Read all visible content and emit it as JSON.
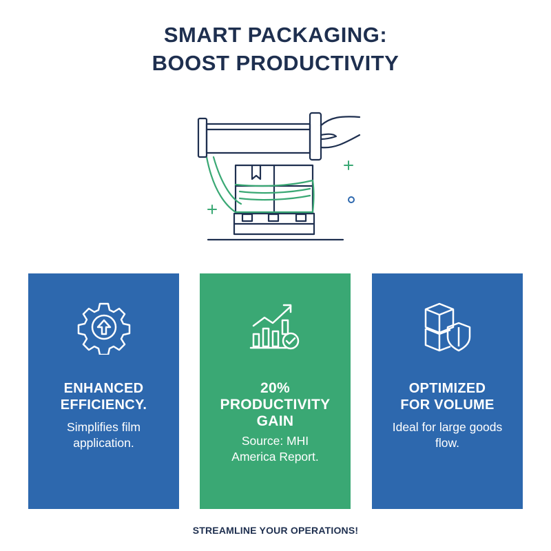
{
  "header": {
    "title_line1": "SMART PACKAGING:",
    "title_line2": "BOOST PRODUCTIVITY"
  },
  "colors": {
    "navy": "#1e2f4f",
    "blue_card": "#2d68ae",
    "green_card": "#3aa874",
    "accent_green": "#3aa874"
  },
  "hero": {
    "icon": "pallet-wrapping-illustration"
  },
  "cards": [
    {
      "icon": "gear-arrow-up-icon",
      "heading_line1": "ENHANCED",
      "heading_line2": "EFFICIENCY.",
      "text_line1": "Simplifies film",
      "text_line2": "application.",
      "color": "#2d68ae"
    },
    {
      "icon": "growth-chart-check-icon",
      "heading_line1": "20%",
      "heading_line2": "PRODUCTIVITY",
      "heading_line3": "GAIN",
      "text_line1": "Source: MHI",
      "text_line2": "America Report.",
      "color": "#3aa874"
    },
    {
      "icon": "boxes-shield-icon",
      "heading_line1": "OPTIMIZED",
      "heading_line2": "FOR VOLUME",
      "text_line1": "Ideal for large goods",
      "text_line2": "flow.",
      "color": "#2d68ae"
    }
  ],
  "footer": {
    "tagline": "STREAMLINE YOUR OPERATIONS!"
  }
}
